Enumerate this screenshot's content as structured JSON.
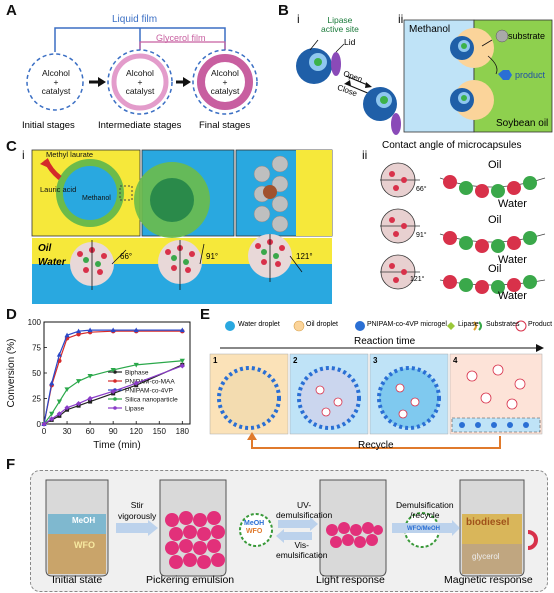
{
  "panels": {
    "A": {
      "label": "A",
      "liquid_film": "Liquid film",
      "glycerol_film": "Glycerol film",
      "circle_alcohol": "Alcohol",
      "circle_plus": "+",
      "circle_catalyst": "catalyst",
      "stage_initial": "Initial stages",
      "stage_intermediate": "Intermediate stages",
      "stage_final": "Final stages"
    },
    "B": {
      "label": "B",
      "sub_i": "i",
      "sub_ii": "ii",
      "lipase_active_site": "Lipase",
      "lipase_active_site_2": "active site",
      "lid": "Lid",
      "open": "Open",
      "close": "Close",
      "methanol": "Methanol",
      "substrate": "substrate",
      "product": "product",
      "soybean_oil": "Soybean oil"
    },
    "C": {
      "label": "C",
      "sub_i": "i",
      "sub_ii": "ii",
      "methyl_laurate": "Methyl laurate",
      "lauric_acid": "Lauric acid",
      "methanol": "Methanol",
      "oil": "Oil",
      "water": "Water",
      "angle_66": "66°",
      "angle_91": "91°",
      "angle_121": "121°",
      "contact_angle_title": "Contact angle of microcapsules",
      "ii_oil": "Oil",
      "ii_water": "Water"
    },
    "D": {
      "label": "D",
      "ylabel": "Conversion (%)",
      "xlabel": "Time (min)"
    },
    "E": {
      "label": "E",
      "legend_water": "Water droplet",
      "legend_oil": "Oil droplet",
      "legend_microgel": "PNIPAM-co-4VP microgel",
      "legend_lipase": "Lipase",
      "legend_substrates": "Substrates",
      "legend_product": "Product",
      "reaction_time": "Reaction time",
      "recycle": "Recycle",
      "n1": "1",
      "n2": "2",
      "n3": "3",
      "n4": "4"
    },
    "F": {
      "label": "F",
      "meoh": "MeOH",
      "wfo": "WFO",
      "stir": "Stir",
      "vigorously": "vigorously",
      "uv": "UV-",
      "demulsification": "demulsification",
      "vis": "Vis-",
      "emulsification": "emulsification",
      "demul_recycle_1": "Demulsification",
      "demul_recycle_2": "/recycle",
      "biodiesel": "biodiesel",
      "glycerol": "glycerol",
      "bubble_meoh": "MeOH",
      "bubble_wfo": "WFO",
      "bubble_wfo_meoh": "WFO/MeOH",
      "initial_state": "Initial state",
      "pickering": "Pickering emulsion",
      "light": "Light response",
      "magnetic": "Magnetic response"
    }
  },
  "colors": {
    "blue_dashed": "#3b6fc4",
    "glycerol_pink": "#c85fa0",
    "water_blue": "#29a8e0",
    "oil_yellow": "#f4e24a",
    "recycle_orange": "#e07a2c",
    "microcapsule_red": "#d8314a",
    "microcapsule_green": "#3aa84a"
  },
  "chart_data": {
    "type": "line",
    "x": [
      0,
      5,
      10,
      20,
      30,
      45,
      60,
      90,
      120,
      180
    ],
    "xlim": [
      0,
      190
    ],
    "ylim": [
      0,
      100
    ],
    "xticks": [
      0,
      30,
      60,
      90,
      120,
      150,
      180
    ],
    "yticks": [
      0,
      25,
      50,
      75,
      100
    ],
    "xlabel": "Time (min)",
    "ylabel": "Conversion (%)",
    "legend_position": "bottom-center",
    "series": [
      {
        "name": "Biphase",
        "color": "#222222",
        "marker": "square",
        "x": [
          0,
          10,
          20,
          30,
          45,
          60,
          90,
          120,
          180
        ],
        "values": [
          0,
          4,
          8,
          14,
          18,
          22,
          30,
          38,
          58
        ]
      },
      {
        "name": "PNIPAM-co-MAA",
        "color": "#d62a2a",
        "marker": "circle",
        "x": [
          0,
          10,
          20,
          30,
          45,
          60,
          90,
          120,
          180
        ],
        "values": [
          0,
          38,
          62,
          84,
          88,
          90,
          91,
          91,
          91
        ]
      },
      {
        "name": "PNIPAM-co-4VP",
        "color": "#2a48c8",
        "marker": "triangle-up",
        "x": [
          0,
          10,
          20,
          30,
          45,
          60,
          90,
          120,
          180
        ],
        "values": [
          0,
          40,
          68,
          87,
          91,
          92,
          92,
          92,
          92
        ]
      },
      {
        "name": "Silica nanoparticle",
        "color": "#2aa84a",
        "marker": "triangle-down",
        "x": [
          0,
          10,
          20,
          30,
          45,
          60,
          90,
          120,
          180
        ],
        "values": [
          0,
          10,
          22,
          34,
          42,
          47,
          53,
          58,
          62
        ]
      },
      {
        "name": "Lipase",
        "color": "#8a3cc8",
        "marker": "diamond",
        "x": [
          0,
          10,
          20,
          30,
          45,
          60,
          90,
          120,
          180
        ],
        "values": [
          0,
          5,
          10,
          16,
          20,
          25,
          32,
          40,
          57
        ]
      }
    ]
  }
}
